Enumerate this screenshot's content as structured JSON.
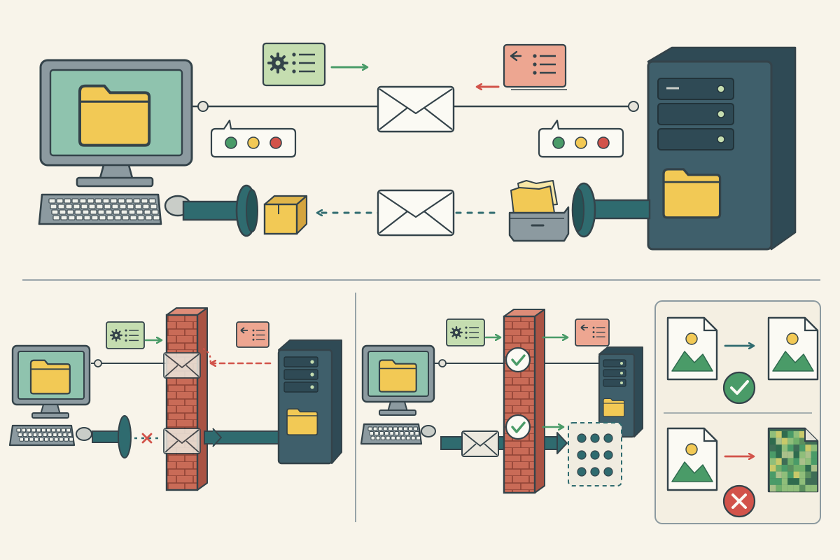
{
  "colors": {
    "background": "#f8f4ea",
    "outline": "#34434a",
    "monitor_screen": "#8fc3ae",
    "monitor_body": "#8c9aa0",
    "server_body": "#3f5f6b",
    "folder": "#f2c955",
    "teal_pipe": "#2f6b6f",
    "green_check": "#4a9b68",
    "request_card": "#c5ddb0",
    "response_card": "#eda691",
    "red_x": "#d2534a",
    "brick": "#c96b57",
    "panel_bg": "#f4efe2"
  },
  "icons": [
    "desktop-computer-icon",
    "keyboard-icon",
    "mouse-icon",
    "server-tower-icon",
    "folder-icon",
    "gear-icon",
    "list-icon",
    "envelope-icon",
    "package-box-icon",
    "file-drawer-icon",
    "speech-bubble-icon",
    "status-light-icon",
    "firewall-icon",
    "checkmark-icon",
    "cross-icon",
    "image-file-icon",
    "pixelated-image-icon",
    "dot-grid-icon"
  ],
  "scenes": {
    "overview": {
      "direct_connection": true,
      "status_lights": [
        "green",
        "yellow",
        "red"
      ]
    },
    "blocked": {
      "response_blocked": true,
      "stream_blocked": true
    },
    "allowed": {
      "messages_verified": true
    },
    "image_compare": {
      "top_result": "match",
      "bottom_result": "corrupted"
    }
  }
}
